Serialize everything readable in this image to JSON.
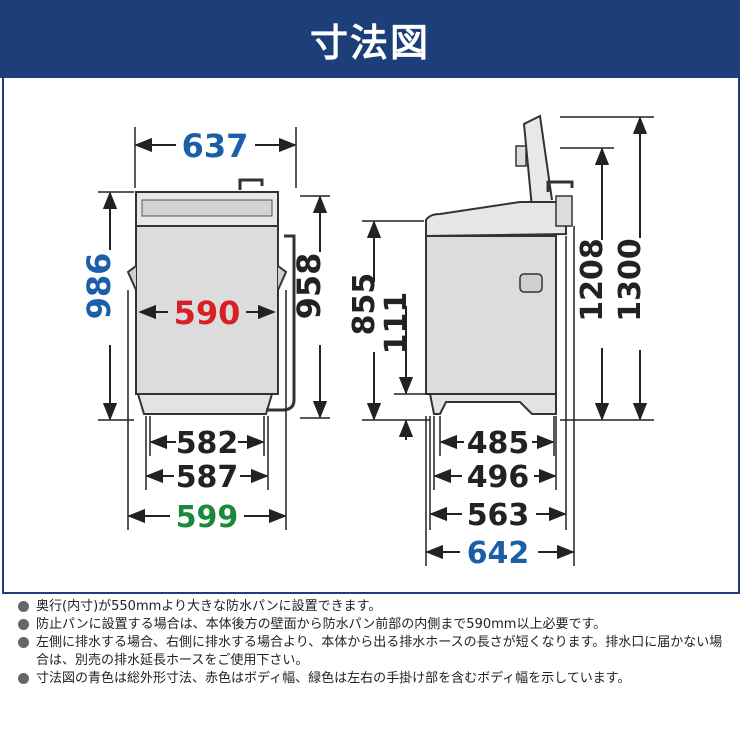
{
  "header": {
    "title": "寸法図"
  },
  "colors": {
    "header_bg": "#1c3f7a",
    "overall": "#1a5fa8",
    "body": "#d81f26",
    "body_with_handles": "#1a8a3a",
    "dim_line": "#222222"
  },
  "front_view": {
    "width_overall": "637",
    "height_overall": "986",
    "body_width": "590",
    "height_lid": "958",
    "base_582": "582",
    "base_587": "587",
    "base_599": "599"
  },
  "side_view": {
    "height_855": "855",
    "height_111": "111",
    "height_1208": "1208",
    "height_1300": "1300",
    "depth_485": "485",
    "depth_496": "496",
    "depth_563": "563",
    "depth_642": "642"
  },
  "notes": [
    "奥行(内寸)が550mmより大きな防水パンに設置できます。",
    "防止パンに設置する場合は、本体後方の壁面から防水パン前部の内側まで590mm以上必要です。",
    "左側に排水する場合、右側に排水する場合より、本体から出る排水ホースの長さが短くなります。排水口に届かない場合は、別売の排水延長ホースをご使用下さい。",
    "寸法図の青色は総外形寸法、赤色はボディ幅、緑色は左右の手掛け部を含むボディ幅を示しています。"
  ]
}
